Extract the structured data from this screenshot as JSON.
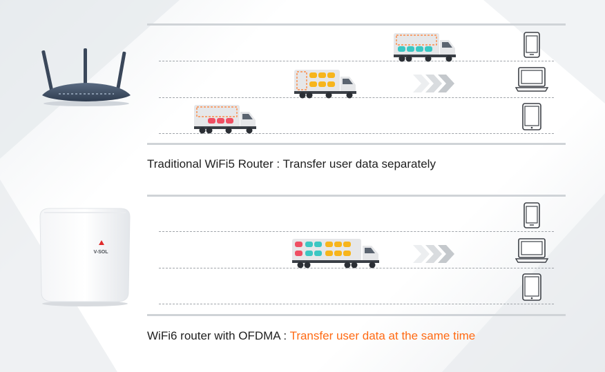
{
  "brand": {
    "name": "V-SOL",
    "accent_color": "#ff6a13",
    "text_color": "#1f1f1f",
    "lane_line_color": "#9ea3a8"
  },
  "sections": {
    "wifi5": {
      "device_icon": "wifi5-router-antennas-icon",
      "caption_prefix": "Traditional WiFi5 Router : ",
      "caption_text": "Transfer user data separately",
      "trucks": [
        {
          "cargo_color": "#3cc7c3",
          "cargo_count": 4,
          "target": "phone"
        },
        {
          "cargo_color": "#f7b51c",
          "cargo_count": 6,
          "target": "laptop"
        },
        {
          "cargo_color": "#ef4f63",
          "cargo_count": 3,
          "target": "tablet"
        }
      ],
      "targets": [
        "phone-icon",
        "laptop-icon",
        "tablet-icon"
      ]
    },
    "wifi6": {
      "device_icon": "wifi6-router-cube-icon",
      "caption_prefix": "WiFi6 router with OFDMA : ",
      "caption_highlight": "Transfer user data at the same time",
      "truck": {
        "cargo_colors": [
          "#ef4f63",
          "#3cc7c3",
          "#f7b51c"
        ],
        "cargo_counts": [
          2,
          4,
          6
        ]
      },
      "targets": [
        "phone-icon",
        "laptop-icon",
        "tablet-icon"
      ]
    }
  }
}
